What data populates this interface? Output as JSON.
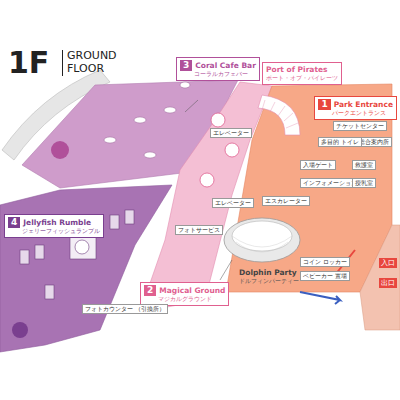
{
  "diagram": {
    "nodes": [
      {
        "text": [
          "1",
          "Park Entrance",
          "パークエントランス"
        ]
      },
      {
        "text": [
          "Port of Pirates",
          "ポート・オブ・パイレーツ"
        ]
      },
      {
        "text": [
          "3",
          "Coral Cafe Bar",
          "コーラルカフェバー"
        ]
      },
      {
        "text": [
          "4",
          "Jellyfish Rumble",
          "ジェリーフィッシュランブル"
        ]
      },
      {
        "text": [
          "2",
          "Magical Ground",
          "マジカルグラウンド"
        ]
      },
      {
        "text": [
          "Dolphin Party",
          "ドルフィンパーティー"
        ]
      }
    ],
    "labels": [
      "1F",
      "GROUND",
      "FLOOR",
      "チケットセンター",
      "総合案内所",
      "多目的 トイレ",
      "入場ゲート",
      "救護室",
      "インフォメーション",
      "授乳室",
      "エレベーター",
      "コイン ロッカー",
      "ベビーカー 置場",
      "入口",
      "出口",
      "エレベーター",
      "フォトサービス",
      "フォトカウンター （引換所）",
      "エスカレーター"
    ]
  }
}
